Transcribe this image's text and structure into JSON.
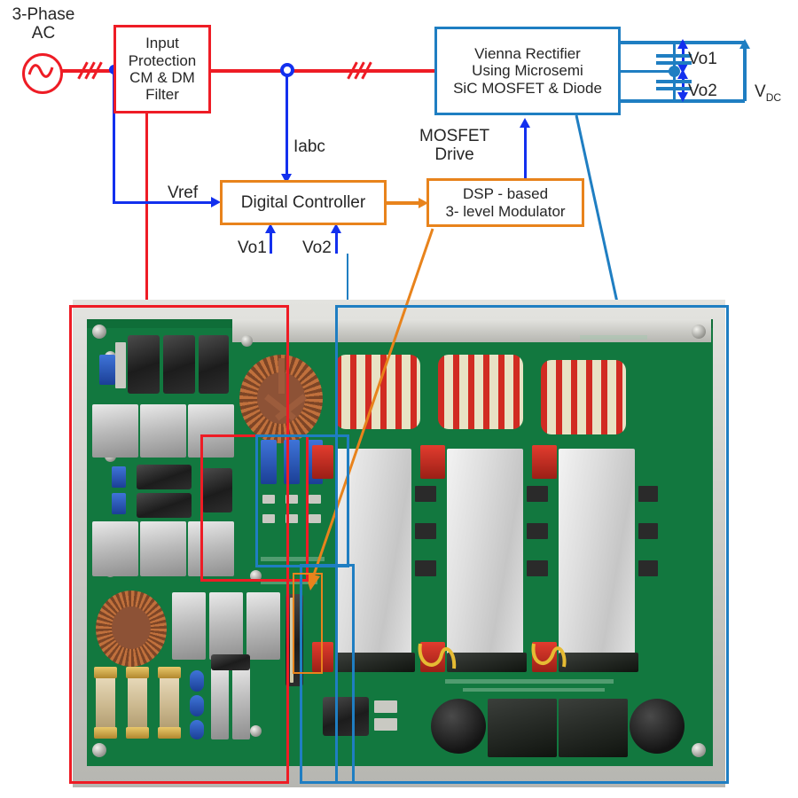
{
  "diagram": {
    "title_blocks": {
      "input_filter": {
        "label": "Input\nProtection\nCM & DM\nFilter",
        "color": "#ee1c25"
      },
      "vienna_rectifier": {
        "label": "Vienna Rectifier\nUsing Microsemi\nSiC MOSFET & Diode",
        "color": "#1f7ec2"
      },
      "digital_controller": {
        "label": "Digital Controller",
        "color": "#e8831c"
      },
      "dsp_modulator": {
        "label": "DSP - based\n3- level Modulator",
        "color": "#e8831c"
      }
    },
    "labels": {
      "source": "3-Phase\nAC",
      "iabc": "Iabc",
      "vref": "Vref",
      "vo1_ctrl": "Vo1",
      "vo2_ctrl": "Vo2",
      "mosfet_drive": "MOSFET\nDrive",
      "vo1_out": "Vo1",
      "vo2_out": "Vo2",
      "vdc_main": "V",
      "vdc_sub": "DC"
    },
    "colors": {
      "red_power": "#ee1c25",
      "blue_signal": "#1330ee",
      "blue_dc": "#1f7ec2",
      "orange_control": "#e8831c",
      "text": "#262626"
    }
  },
  "photo_annotations": {
    "filter_region": {
      "name": "input-protection-filter-region",
      "color": "#ee1c25"
    },
    "rectifier_region": {
      "name": "vienna-rectifier-region",
      "color": "#1f7ec2"
    },
    "controller_region": {
      "name": "digital-controller-region",
      "color": "#1f7ec2"
    },
    "modulator_region": {
      "name": "dsp-modulator-region",
      "color": "#e8831c"
    }
  }
}
